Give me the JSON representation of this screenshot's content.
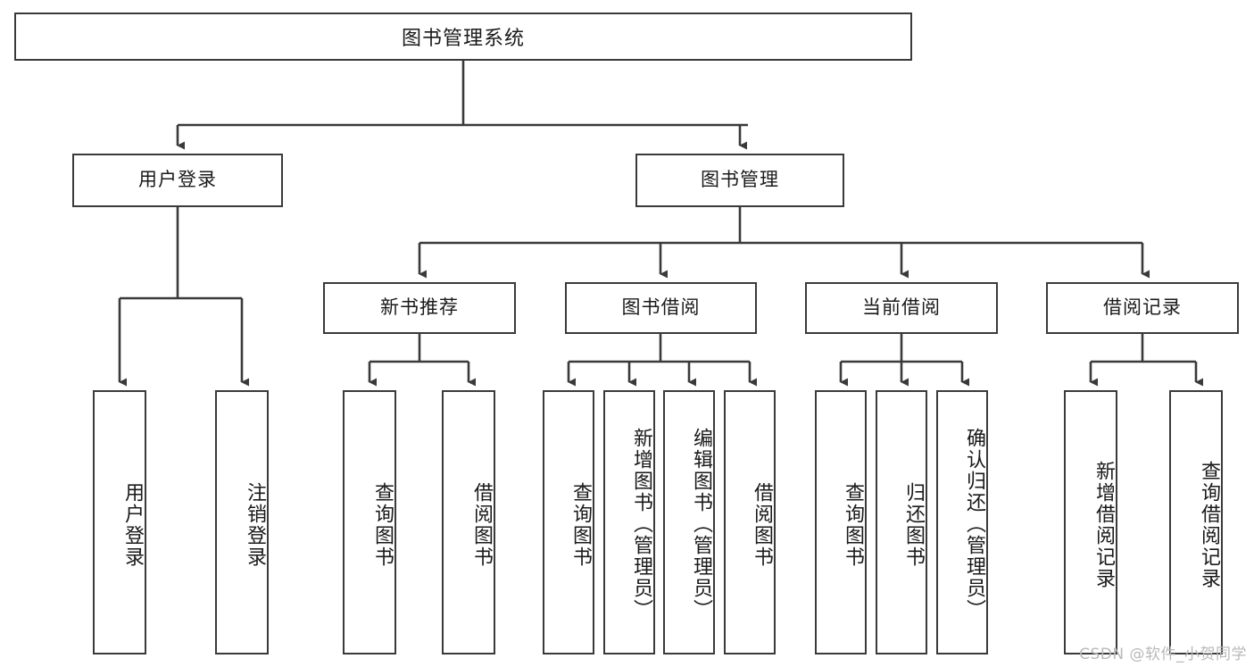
{
  "diagram": {
    "title": "图书管理系统",
    "type": "功能结构图",
    "watermark": "CSDN @软件_小贺同学",
    "style": {
      "box_border_color": "#3a3a3a",
      "box_fill_color": "#ffffff",
      "connector_color": "#3a3a3a",
      "background_color": "#ffffff",
      "watermark_color": "#b9b9b9"
    },
    "root": {
      "label": "图书管理系统"
    },
    "level2": [
      {
        "label": "用户登录"
      },
      {
        "label": "图书管理"
      }
    ],
    "level3": [
      {
        "label": "新书推荐"
      },
      {
        "label": "图书借阅"
      },
      {
        "label": "当前借阅"
      },
      {
        "label": "借阅记录"
      }
    ],
    "leaves": {
      "user_login": [
        {
          "label": "用户登录"
        },
        {
          "label": "注销登录"
        }
      ],
      "new_book_recommend": [
        {
          "label": "查询图书"
        },
        {
          "label": "借阅图书"
        }
      ],
      "book_borrow": [
        {
          "label": "查询图书"
        },
        {
          "label": "新增图书（管理员）"
        },
        {
          "label": "编辑图书（管理员）"
        },
        {
          "label": "借阅图书"
        }
      ],
      "current_borrow": [
        {
          "label": "查询图书"
        },
        {
          "label": "归还图书"
        },
        {
          "label": "确认归还（管理员）"
        }
      ],
      "borrow_record": [
        {
          "label": "新增借阅记录"
        },
        {
          "label": "查询借阅记录"
        }
      ]
    }
  }
}
